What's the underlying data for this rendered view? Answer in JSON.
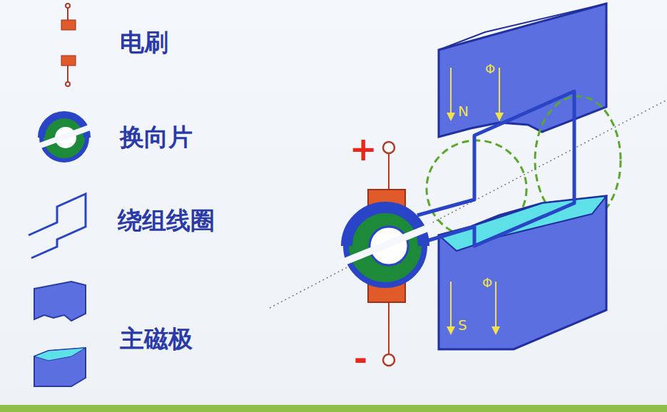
{
  "diagram": {
    "labels": [
      "+",
      "-",
      "N",
      "Φ",
      "S",
      "Φ"
    ],
    "legend": [
      {
        "text": "电刷"
      },
      {
        "text": "换向片"
      },
      {
        "text": "绕组线圈"
      },
      {
        "text": "主磁极"
      }
    ]
  }
}
